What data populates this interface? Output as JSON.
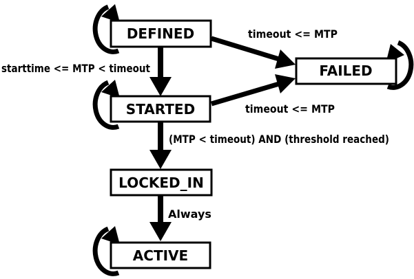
{
  "diagram": {
    "type": "state-machine",
    "colors": {
      "ink": "#000000",
      "background": "#ffffff",
      "node_fill": "#ffffff"
    },
    "states": {
      "defined": "DEFINED",
      "failed": "FAILED",
      "started": "STARTED",
      "locked_in": "LOCKED_IN",
      "active": "ACTIVE"
    },
    "transitions": {
      "defined_to_failed": "timeout <= MTP",
      "defined_to_started": "starttime <= MTP < timeout",
      "started_to_failed": "timeout <= MTP",
      "started_to_locked_in": "(MTP < timeout) AND (threshold reached)",
      "locked_in_to_active": "Always"
    }
  }
}
